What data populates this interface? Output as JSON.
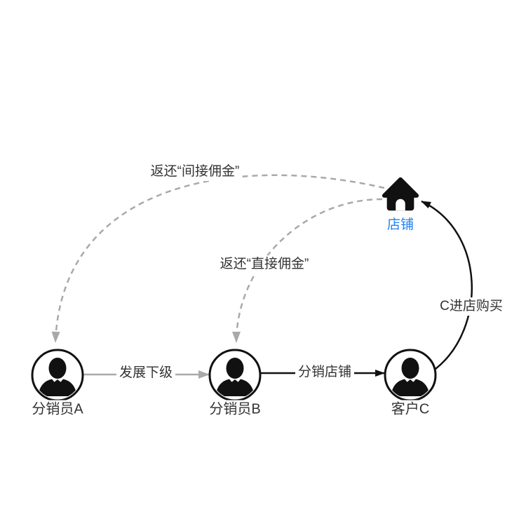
{
  "diagram": {
    "shop": {
      "label": "店铺",
      "icon": "house-icon",
      "label_color": "#1e80f5"
    },
    "members": [
      {
        "id": "A",
        "label": "分销员A",
        "icon": "person-icon"
      },
      {
        "id": "B",
        "label": "分销员B",
        "icon": "person-icon"
      },
      {
        "id": "C",
        "label": "客户C",
        "icon": "person-icon"
      }
    ],
    "edges": [
      {
        "from": "A",
        "to": "B",
        "label": "发展下级",
        "style": "solid-line",
        "color": "#a9a9a9"
      },
      {
        "from": "B",
        "to": "C",
        "label": "分销店铺",
        "style": "solid-line",
        "color": "#111111"
      },
      {
        "from": "C",
        "to": "shop",
        "label": "C进店购买",
        "style": "solid-curve",
        "color": "#111111"
      },
      {
        "from": "shop",
        "to": "B",
        "label": "返还“直接佣金”",
        "style": "dashed-curve",
        "color": "#a9a9a9"
      },
      {
        "from": "shop",
        "to": "A",
        "label": "返还“间接佣金”",
        "style": "dashed-curve",
        "color": "#a9a9a9"
      }
    ],
    "colors": {
      "gray": "#a9a9a9",
      "black": "#111111",
      "text": "#333333",
      "shop_label": "#1e80f5",
      "background": "#ffffff"
    }
  }
}
